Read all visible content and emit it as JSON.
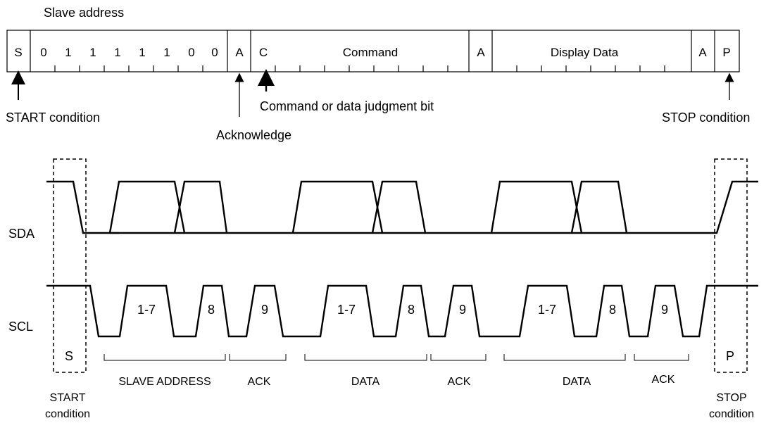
{
  "frame": {
    "title": "Slave address",
    "cells": {
      "start": "S",
      "bits": [
        "0",
        "1",
        "1",
        "1",
        "1",
        "1",
        "0",
        "0"
      ],
      "ack1": "A",
      "c_bit": "C",
      "command": "Command",
      "ack2": "A",
      "display_data": "Display Data",
      "ack3": "A",
      "stop": "P"
    },
    "annotations": {
      "start_condition": "START condition",
      "acknowledge": "Acknowledge",
      "cmd_judgment": "Command or data judgment bit",
      "stop_condition": "STOP condition"
    }
  },
  "timing": {
    "sda_label": "SDA",
    "scl_label": "SCL",
    "pulse_labels": [
      "1-7",
      "8",
      "9",
      "1-7",
      "8",
      "9",
      "1-7",
      "8",
      "9"
    ],
    "start_box": "S",
    "stop_box": "P",
    "groups": [
      "SLAVE ADDRESS",
      "ACK",
      "DATA",
      "ACK",
      "DATA",
      "ACK"
    ],
    "start_caption": [
      "START",
      "condition"
    ],
    "stop_caption": [
      "STOP",
      "condition"
    ]
  }
}
